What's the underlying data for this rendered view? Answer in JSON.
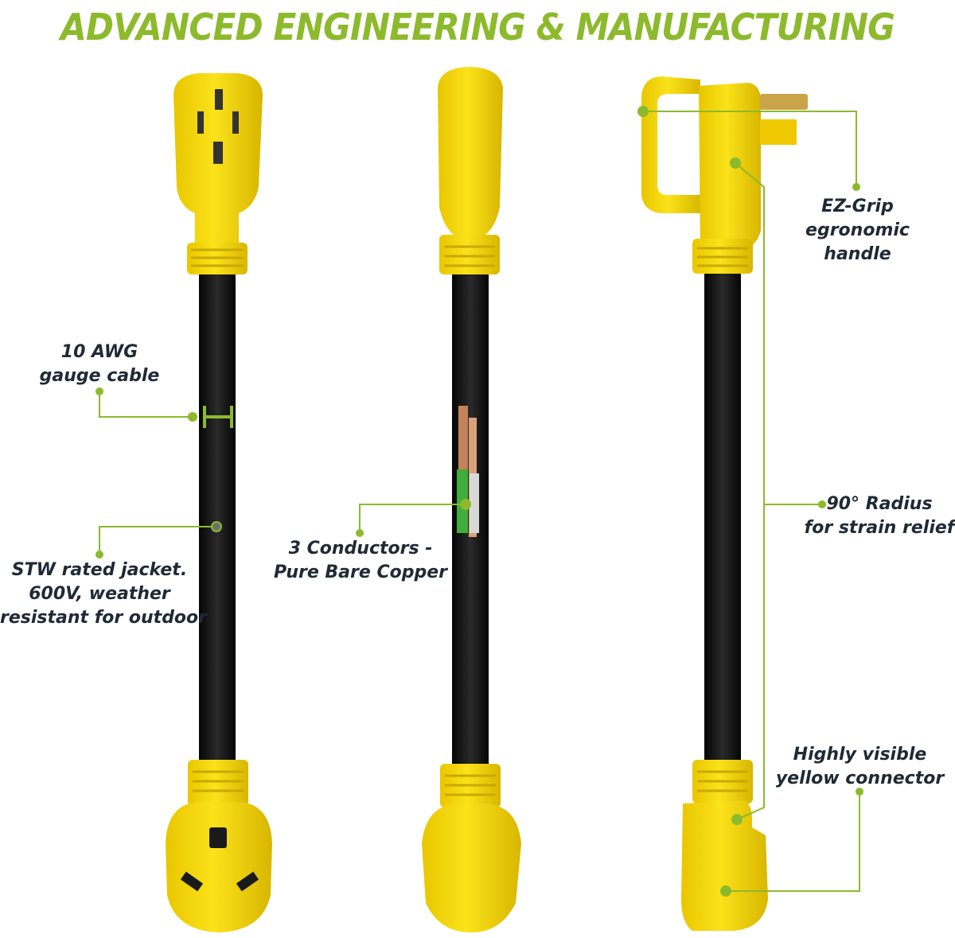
{
  "headline": "ADVANCED ENGINEERING  & MANUFACTURING",
  "colors": {
    "accent": "#8cba2c",
    "plug_yellow": "#f5d800",
    "plug_shadow": "#d9b800",
    "cable": "#141414",
    "label_text": "#1f2a36"
  },
  "labels": {
    "gauge": [
      "10 AWG",
      "gauge cable"
    ],
    "jacket": [
      "STW rated jacket.",
      "600V, weather",
      "resistant for outdoor"
    ],
    "conductors": [
      "3 Conductors -",
      "Pure Bare Copper"
    ],
    "grip": [
      "EZ-Grip",
      "egronomic",
      "handle"
    ],
    "radius": [
      "90° Radius",
      "for strain relief"
    ],
    "visible": [
      "Highly visible",
      "yellow connector"
    ]
  }
}
